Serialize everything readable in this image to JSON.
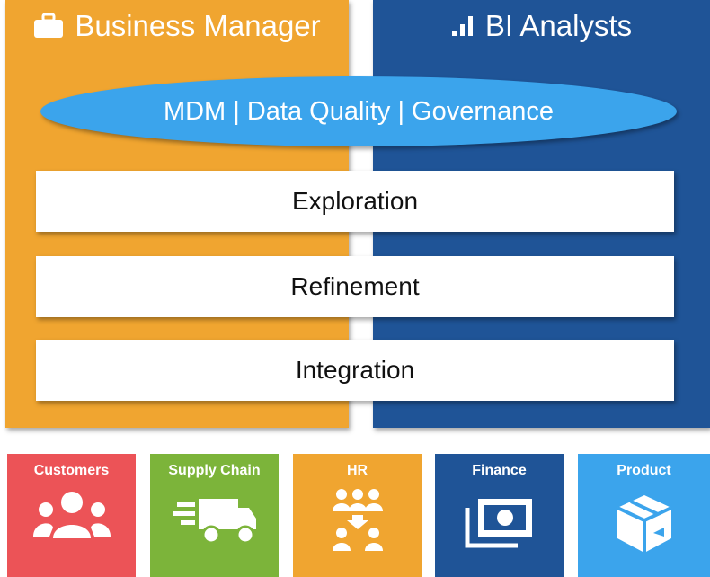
{
  "colors": {
    "business_manager": "#F0A530",
    "bi_analysts": "#1F5497",
    "ellipse": "#3BA4EC",
    "customers": "#EC5357",
    "supply_chain": "#7CB43A",
    "hr": "#F0A530",
    "finance": "#1F5497",
    "product": "#3BA4EC"
  },
  "panels": {
    "left_title": "Business Manager",
    "left_icon": "briefcase-icon",
    "right_title": "BI Analysts",
    "right_icon": "bar-chart-icon"
  },
  "governance": "MDM | Data Quality | Governance",
  "layers": [
    "Exploration",
    "Refinement",
    "Integration"
  ],
  "sources": [
    {
      "label": "Customers",
      "icon": "users-icon"
    },
    {
      "label": "Supply Chain",
      "icon": "truck-icon"
    },
    {
      "label": "HR",
      "icon": "team-transfer-icon"
    },
    {
      "label": "Finance",
      "icon": "money-icon"
    },
    {
      "label": "Product",
      "icon": "box-icon"
    }
  ]
}
